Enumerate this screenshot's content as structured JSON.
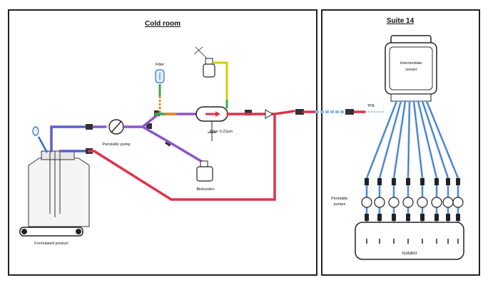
{
  "panels": {
    "left_title": "Cold room",
    "right_title": "Suite 14"
  },
  "labels": {
    "filter_top": "Filter",
    "filter_inline": "Filter 0.22μm",
    "peristaltic_pump": "Peristaltic pump",
    "formulated_product": "Formulated product",
    "bioburden": "Bioburden",
    "intermediate_vessel": "Intermediate vessel",
    "peristaltic_pumps": "Peristaltic pumps",
    "isolator": "Isolator",
    "tube_tag": "TPE"
  },
  "colors": {
    "blue_tube": "#2f6fc4",
    "light_blue_tube": "#8fb8e8",
    "purple_tube": "#8a55c8",
    "red_tube": "#e0324a",
    "yellow_tube": "#c8d000",
    "green_tube": "#3aa84a",
    "orange_tube": "#e08a1a",
    "frame": "#222222"
  }
}
